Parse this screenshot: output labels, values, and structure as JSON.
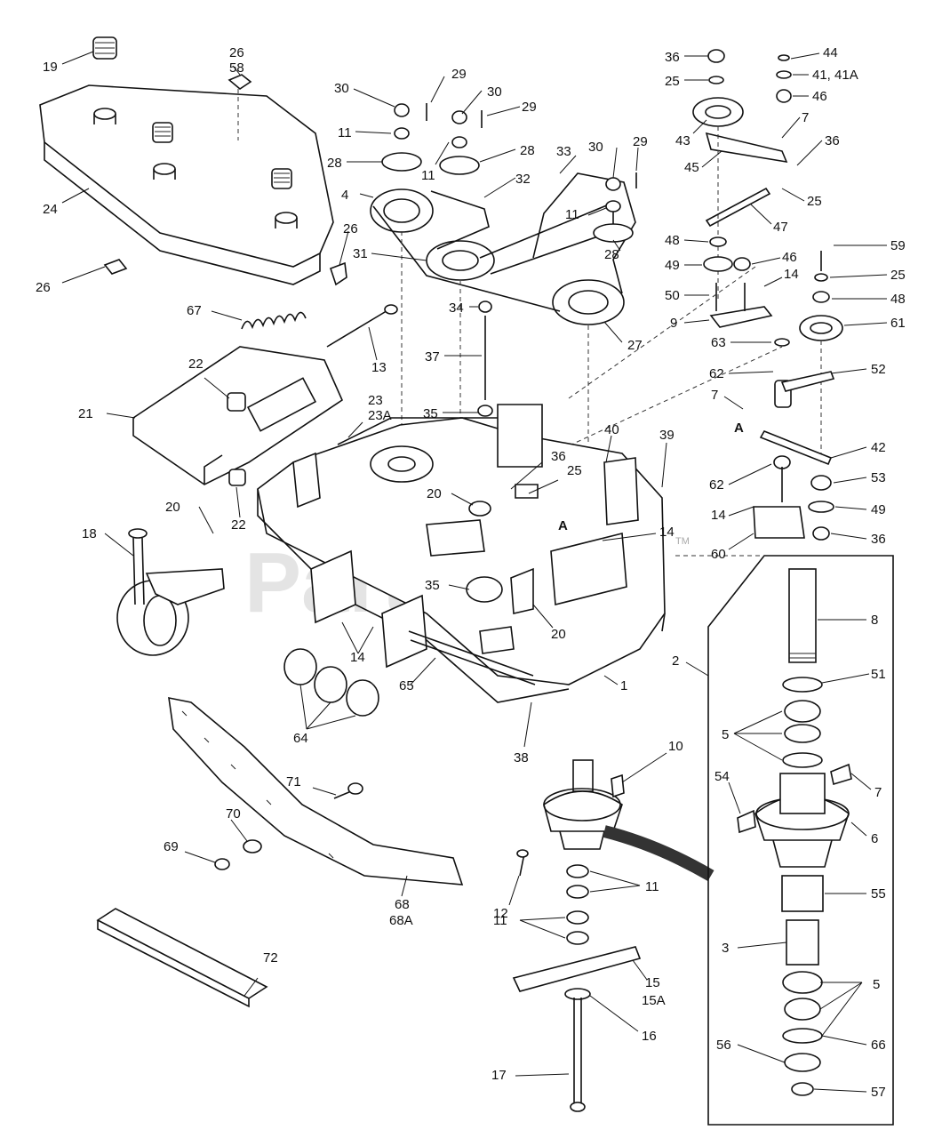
{
  "watermark": "PartsTree",
  "trademark": "TM",
  "callouts": [
    {
      "id": "19",
      "text": "19"
    },
    {
      "id": "26a",
      "text": "26"
    },
    {
      "id": "58",
      "text": "58"
    },
    {
      "id": "24",
      "text": "24"
    },
    {
      "id": "26b",
      "text": "26"
    },
    {
      "id": "26c",
      "text": "26"
    },
    {
      "id": "30a",
      "text": "30"
    },
    {
      "id": "29a",
      "text": "29"
    },
    {
      "id": "30b",
      "text": "30"
    },
    {
      "id": "29b",
      "text": "29"
    },
    {
      "id": "11a",
      "text": "11"
    },
    {
      "id": "28a",
      "text": "28"
    },
    {
      "id": "11b",
      "text": "11"
    },
    {
      "id": "28b",
      "text": "28"
    },
    {
      "id": "4",
      "text": "4"
    },
    {
      "id": "32",
      "text": "32"
    },
    {
      "id": "33",
      "text": "33"
    },
    {
      "id": "30c",
      "text": "30"
    },
    {
      "id": "29c",
      "text": "29"
    },
    {
      "id": "11c",
      "text": "11"
    },
    {
      "id": "28c",
      "text": "28"
    },
    {
      "id": "31",
      "text": "31"
    },
    {
      "id": "27",
      "text": "27"
    },
    {
      "id": "34",
      "text": "34"
    },
    {
      "id": "37",
      "text": "37"
    },
    {
      "id": "35a",
      "text": "35"
    },
    {
      "id": "36a",
      "text": "36"
    },
    {
      "id": "25a",
      "text": "25"
    },
    {
      "id": "43",
      "text": "43"
    },
    {
      "id": "44",
      "text": "44"
    },
    {
      "id": "41",
      "text": "41, 41A"
    },
    {
      "id": "46a",
      "text": "46"
    },
    {
      "id": "7a",
      "text": "7"
    },
    {
      "id": "36b",
      "text": "36"
    },
    {
      "id": "45",
      "text": "45"
    },
    {
      "id": "25b",
      "text": "25"
    },
    {
      "id": "47",
      "text": "47"
    },
    {
      "id": "48a",
      "text": "48"
    },
    {
      "id": "49a",
      "text": "49"
    },
    {
      "id": "46b",
      "text": "46"
    },
    {
      "id": "14a",
      "text": "14"
    },
    {
      "id": "50",
      "text": "50"
    },
    {
      "id": "9",
      "text": "9"
    },
    {
      "id": "59",
      "text": "59"
    },
    {
      "id": "25c",
      "text": "25"
    },
    {
      "id": "48b",
      "text": "48"
    },
    {
      "id": "61",
      "text": "61"
    },
    {
      "id": "63",
      "text": "63"
    },
    {
      "id": "62a",
      "text": "62"
    },
    {
      "id": "52",
      "text": "52"
    },
    {
      "id": "7b",
      "text": "7"
    },
    {
      "id": "A1",
      "text": "A"
    },
    {
      "id": "42",
      "text": "42"
    },
    {
      "id": "62b",
      "text": "62"
    },
    {
      "id": "53",
      "text": "53"
    },
    {
      "id": "49b",
      "text": "49"
    },
    {
      "id": "14b",
      "text": "14"
    },
    {
      "id": "36c",
      "text": "36"
    },
    {
      "id": "60",
      "text": "60"
    },
    {
      "id": "67",
      "text": "67"
    },
    {
      "id": "13",
      "text": "13"
    },
    {
      "id": "22a",
      "text": "22"
    },
    {
      "id": "21",
      "text": "21"
    },
    {
      "id": "23",
      "text": "23"
    },
    {
      "id": "23A",
      "text": "23A"
    },
    {
      "id": "22b",
      "text": "22"
    },
    {
      "id": "40",
      "text": "40"
    },
    {
      "id": "39",
      "text": "39"
    },
    {
      "id": "36d",
      "text": "36"
    },
    {
      "id": "25d",
      "text": "25"
    },
    {
      "id": "20a",
      "text": "20"
    },
    {
      "id": "A2",
      "text": "A"
    },
    {
      "id": "14c",
      "text": "14"
    },
    {
      "id": "20b",
      "text": "20"
    },
    {
      "id": "18",
      "text": "18"
    },
    {
      "id": "35b",
      "text": "35"
    },
    {
      "id": "20c",
      "text": "20"
    },
    {
      "id": "14d",
      "text": "14"
    },
    {
      "id": "64",
      "text": "64"
    },
    {
      "id": "65",
      "text": "65"
    },
    {
      "id": "1",
      "text": "1"
    },
    {
      "id": "38",
      "text": "38"
    },
    {
      "id": "2",
      "text": "2"
    },
    {
      "id": "8",
      "text": "8"
    },
    {
      "id": "51",
      "text": "51"
    },
    {
      "id": "5a",
      "text": "5"
    },
    {
      "id": "10",
      "text": "10"
    },
    {
      "id": "54",
      "text": "54"
    },
    {
      "id": "7c",
      "text": "7"
    },
    {
      "id": "6",
      "text": "6"
    },
    {
      "id": "71",
      "text": "71"
    },
    {
      "id": "70",
      "text": "70"
    },
    {
      "id": "69",
      "text": "69"
    },
    {
      "id": "11d",
      "text": "11"
    },
    {
      "id": "55",
      "text": "55"
    },
    {
      "id": "12",
      "text": "12"
    },
    {
      "id": "11e",
      "text": "11"
    },
    {
      "id": "3",
      "text": "3"
    },
    {
      "id": "68",
      "text": "68"
    },
    {
      "id": "68A",
      "text": "68A"
    },
    {
      "id": "5b",
      "text": "5"
    },
    {
      "id": "15",
      "text": "15"
    },
    {
      "id": "15A",
      "text": "15A"
    },
    {
      "id": "72",
      "text": "72"
    },
    {
      "id": "16",
      "text": "16"
    },
    {
      "id": "66",
      "text": "66"
    },
    {
      "id": "56",
      "text": "56"
    },
    {
      "id": "17",
      "text": "17"
    },
    {
      "id": "57",
      "text": "57"
    }
  ]
}
